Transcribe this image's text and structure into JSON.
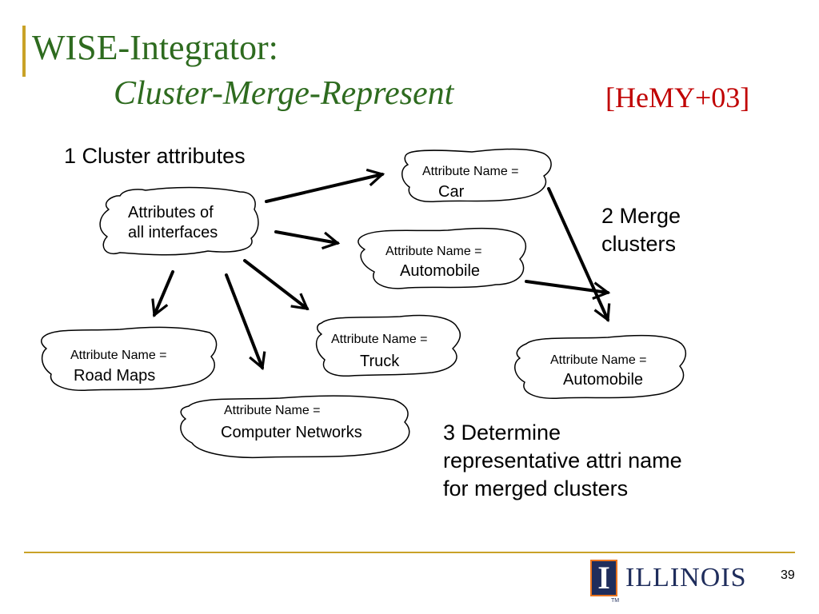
{
  "slide": {
    "title": "WISE-Integrator:",
    "subtitle": "Cluster-Merge-Represent",
    "citation": "[HeMY+03]",
    "page_number": "39"
  },
  "steps": {
    "step1": "1 Cluster attributes",
    "step2": [
      "2 Merge",
      "clusters"
    ],
    "step3": [
      "3 Determine",
      "representative attri name",
      "for merged clusters"
    ]
  },
  "nodes": {
    "all_interfaces": [
      "Attributes of",
      "all interfaces"
    ],
    "car": {
      "label": "Attribute Name =",
      "value": "Car"
    },
    "automobile": {
      "label": "Attribute Name =",
      "value": "Automobile"
    },
    "truck": {
      "label": "Attribute Name =",
      "value": "Truck"
    },
    "road_maps": {
      "label": "Attribute Name =",
      "value": "Road Maps"
    },
    "computer_networks": {
      "label": "Attribute Name =",
      "value": "Computer Networks"
    },
    "merged_automobile": {
      "label": "Attribute Name =",
      "value": "Automobile"
    }
  },
  "logo": {
    "monogram": "I",
    "wordmark": "ILLINOIS",
    "trademark": "TM"
  },
  "colors": {
    "title": "#2e6b1f",
    "citation": "#c00000",
    "accent_rule": "#c9a227",
    "logo_navy": "#1f2d5c",
    "logo_orange": "#e8731f"
  }
}
